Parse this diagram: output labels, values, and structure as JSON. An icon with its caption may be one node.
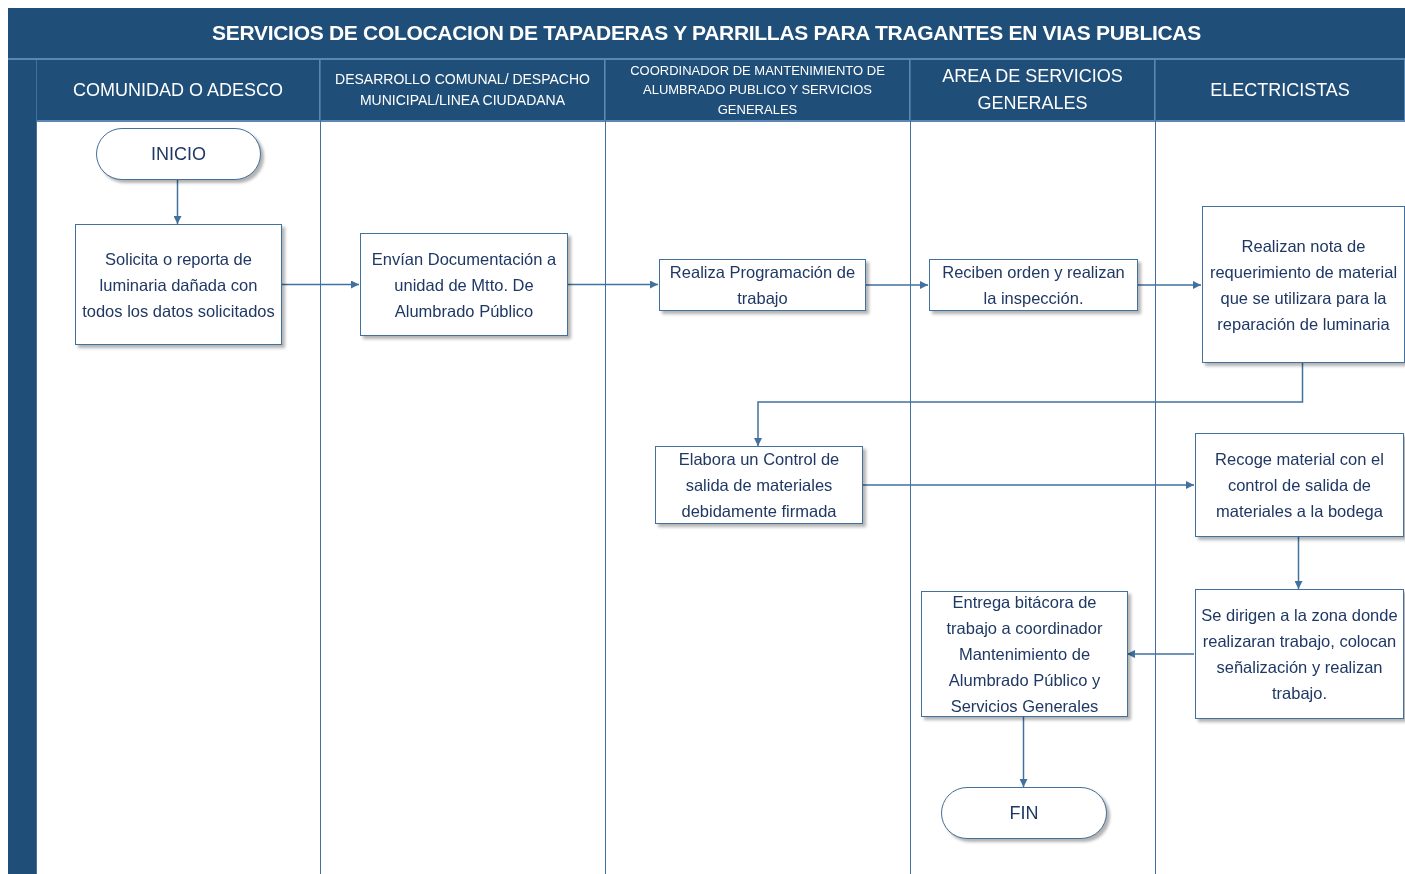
{
  "diagram": {
    "title": "SERVICIOS DE COLOCACION DE TAPADERAS Y PARRILLAS PARA TRAGANTES EN VIAS PUBLICAS",
    "nodes": [
      {
        "text": [
          "COMUNIDAD O ADESCO"
        ]
      },
      {
        "text": [
          "DESARROLLO COMUNAL/ DESPACHO MUNICIPAL/LINEA CIUDADANA"
        ]
      },
      {
        "text": [
          "COORDINADOR DE MANTENIMIENTO DE ALUMBRADO PUBLICO Y SERVICIOS GENERALES"
        ]
      },
      {
        "text": [
          "AREA DE SERVICIOS GENERALES"
        ]
      },
      {
        "text": [
          "ELECTRICISTAS"
        ]
      },
      {
        "text": [
          "INICIO"
        ],
        "in": 0
      },
      {
        "text": [
          "Solicita o reporta de luminaria dañada con todos los datos solicitados"
        ],
        "in": 0
      },
      {
        "text": [
          "Envían Documentación a unidad de Mtto. De Alumbrado Público"
        ],
        "in": 1
      },
      {
        "text": [
          "Realiza Programación de trabajo"
        ],
        "in": 2
      },
      {
        "text": [
          "Reciben orden y realizan la inspección."
        ],
        "in": 3
      },
      {
        "text": [
          "Realizan nota de requerimiento de material que se utilizara para la reparación de luminaria"
        ],
        "in": 4
      },
      {
        "text": [
          "Elabora un Control de salida de materiales debidamente firmada"
        ],
        "in": 2
      },
      {
        "text": [
          "Recoge material con el control de salida de materiales a la bodega"
        ],
        "in": 4
      },
      {
        "text": [
          "Se dirigen a la zona donde realizaran trabajo, colocan señalización y realizan trabajo."
        ],
        "in": 4
      },
      {
        "text": [
          "Entrega bitácora de trabajo a coordinador Mantenimiento de Alumbrado Público y Servicios Generales"
        ],
        "in": 3
      },
      {
        "text": [
          "FIN"
        ],
        "in": 3
      }
    ],
    "edges": [
      {
        "from": 5,
        "to": 6,
        "arrow": "to"
      },
      {
        "from": 6,
        "to": 7,
        "arrow": "to"
      },
      {
        "from": 7,
        "to": 8,
        "arrow": "to"
      },
      {
        "from": 8,
        "to": 9,
        "arrow": "to"
      },
      {
        "from": 9,
        "to": 10,
        "arrow": "to"
      },
      {
        "from": 10,
        "to": 11,
        "arrow": "to"
      },
      {
        "from": 11,
        "to": 12,
        "arrow": "to"
      },
      {
        "from": 12,
        "to": 13,
        "arrow": "to"
      },
      {
        "from": 13,
        "to": 14,
        "arrow": "to"
      },
      {
        "from": 14,
        "to": 15,
        "arrow": "to"
      }
    ]
  }
}
